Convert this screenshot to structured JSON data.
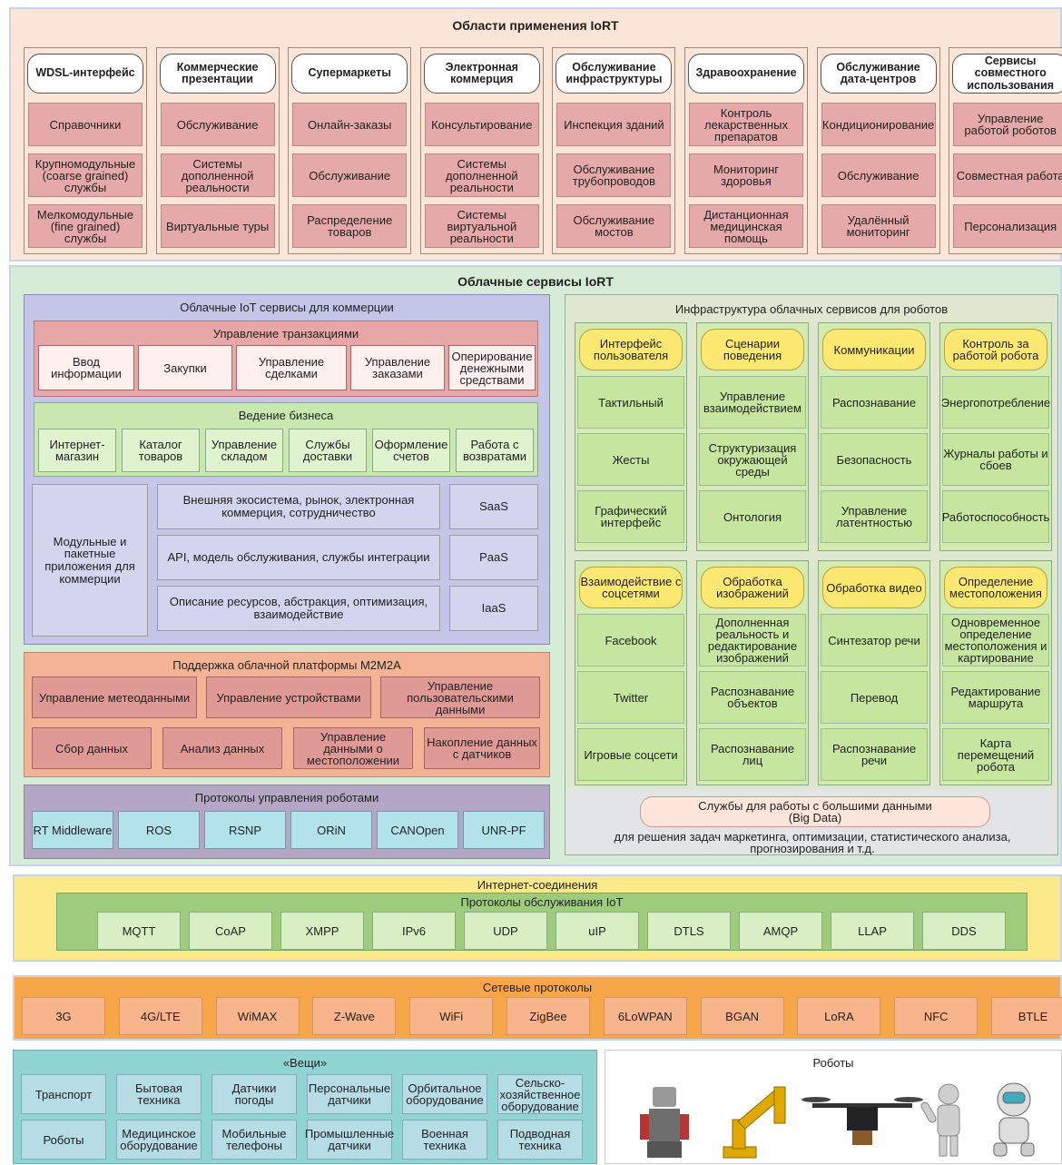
{
  "apps": {
    "title": "Области применения IoRT",
    "columns": [
      {
        "title": "WDSL-интерфейс",
        "items": [
          "Справочники",
          "Крупномодульные (coarse grained) службы",
          "Мелкомодульные (fine grained) службы"
        ]
      },
      {
        "title": "Коммерческие презентации",
        "items": [
          "Обслуживание",
          "Системы дополненной реальности",
          "Виртуальные туры"
        ]
      },
      {
        "title": "Супермаркеты",
        "items": [
          "Онлайн-заказы",
          "Обслуживание",
          "Распределение товаров"
        ]
      },
      {
        "title": "Электронная коммерция",
        "items": [
          "Консультирование",
          "Системы дополненной реальности",
          "Системы виртуальной реальности"
        ]
      },
      {
        "title": "Обслуживание инфраструктуры",
        "items": [
          "Инспекция зданий",
          "Обслуживание трубопроводов",
          "Обслуживание мостов"
        ]
      },
      {
        "title": "Здравоохранение",
        "items": [
          "Контроль лекарственных препаратов",
          "Мониторинг здоровья",
          "Дистанционная медицинская помощь"
        ]
      },
      {
        "title": "Обслуживание дата-центров",
        "items": [
          "Кондиционирование",
          "Обслуживание",
          "Удалённый мониторинг"
        ]
      },
      {
        "title": "Сервисы совместного использования",
        "items": [
          "Управление работой роботов",
          "Совместная работа",
          "Персонализация"
        ]
      }
    ]
  },
  "cloud": {
    "title": "Облачные сервисы IoRT",
    "commerce": {
      "title": "Облачные IoT сервисы для коммерции",
      "transactions": {
        "title": "Управление транзакциями",
        "items": [
          "Ввод информации",
          "Закупки",
          "Управление сделками",
          "Управление заказами",
          "Оперирование денежными средствами"
        ]
      },
      "business": {
        "title": "Ведение бизнеса",
        "items": [
          "Интернет-магазин",
          "Каталог товаров",
          "Управление складом",
          "Службы доставки",
          "Оформление счетов",
          "Работа с возвратами"
        ]
      },
      "modular": "Модульные и пакетные приложения для коммерции",
      "layers": [
        {
          "desc": "Внешняя экосистема, рынок, электронная коммерция, сотрудничество",
          "tag": "SaaS"
        },
        {
          "desc": "API, модель обслуживания, службы интеграции",
          "tag": "PaaS"
        },
        {
          "desc": "Описание ресурсов, абстракция, оптимизация, взаимодействие",
          "tag": "IaaS"
        }
      ]
    },
    "m2m": {
      "title": "Поддержка облачной платформы M2M2A",
      "row1": [
        "Управление метеоданными",
        "Управление устройствами",
        "Управление пользовательскими данными"
      ],
      "row2": [
        "Сбор данных",
        "Анализ данных",
        "Управление данными о местоположении",
        "Накопление данных с датчиков"
      ]
    },
    "protocols": {
      "title": "Протоколы управления роботами",
      "items": [
        "RT Middleware",
        "ROS",
        "RSNP",
        "ORiN",
        "CANOpen",
        "UNR-PF"
      ]
    },
    "robot_infra": {
      "title": "Инфраструктура облачных сервисов для роботов",
      "top": [
        {
          "title": "Интерфейс пользователя",
          "items": [
            "Тактильный",
            "Жесты",
            "Графический интерфейс"
          ]
        },
        {
          "title": "Сценарии поведения",
          "items": [
            "Управление взаимодействием",
            "Структуризация окружающей среды",
            "Онтология"
          ]
        },
        {
          "title": "Коммуникации",
          "items": [
            "Распознавание",
            "Безопасность",
            "Управление латентностью"
          ]
        },
        {
          "title": "Контроль за работой робота",
          "items": [
            "Энергопотребление",
            "Журналы работы и сбоев",
            "Работоспособность"
          ]
        }
      ],
      "bottom": [
        {
          "title": "Взаимодействие с соцсетями",
          "items": [
            "Facebook",
            "Twitter",
            "Игровые соцсети"
          ]
        },
        {
          "title": "Обработка изображений",
          "items": [
            "Дополненная реальность и редактирование изображений",
            "Распознавание объектов",
            "Распознавание лиц"
          ]
        },
        {
          "title": "Обработка видео",
          "items": [
            "Синтезатор речи",
            "Перевод",
            "Распознавание речи"
          ]
        },
        {
          "title": "Определение местоположения",
          "items": [
            "Одновременное определение местоположения и картирование",
            "Редактирование маршрута",
            "Карта перемещений робота"
          ]
        }
      ],
      "bigdata_l1": "Службы для работы с большими данными",
      "bigdata_l2": "(Big Data)",
      "bigdata_desc": "для решения задач маркетинга, оптимизации, статистического анализа, прогнозирования и т.д."
    }
  },
  "internet": {
    "title": "Интернет-соединения",
    "iot_title": "Протоколы обслуживания IoT",
    "items": [
      "MQTT",
      "CoAP",
      "XMPP",
      "IPv6",
      "UDP",
      "uIP",
      "DTLS",
      "AMQP",
      "LLAP",
      "DDS"
    ]
  },
  "network": {
    "title": "Сетевые протоколы",
    "items": [
      "3G",
      "4G/LTE",
      "WiMAX",
      "Z-Wave",
      "WiFi",
      "ZigBee",
      "6LoWPAN",
      "BGAN",
      "LoRA",
      "NFC",
      "BTLE"
    ]
  },
  "things": {
    "title": "«Вещи»",
    "row1": [
      "Транспорт",
      "Бытовая техника",
      "Датчики погоды",
      "Персональные датчики",
      "Орбитальное оборудование",
      "Сельско-хозяйственное оборудование"
    ],
    "row2": [
      "Роботы",
      "Медицинское оборудование",
      "Мобильные телефоны",
      "Промышленные датчики",
      "Военная техника",
      "Подводная техника"
    ]
  },
  "robots": {
    "title": "Роботы"
  },
  "colors": {
    "pink": "#e6a9a9",
    "yellow": "#fde972",
    "green": "#c6e59e",
    "orange": "#f7a64a",
    "teal": "#8fd3d3"
  }
}
